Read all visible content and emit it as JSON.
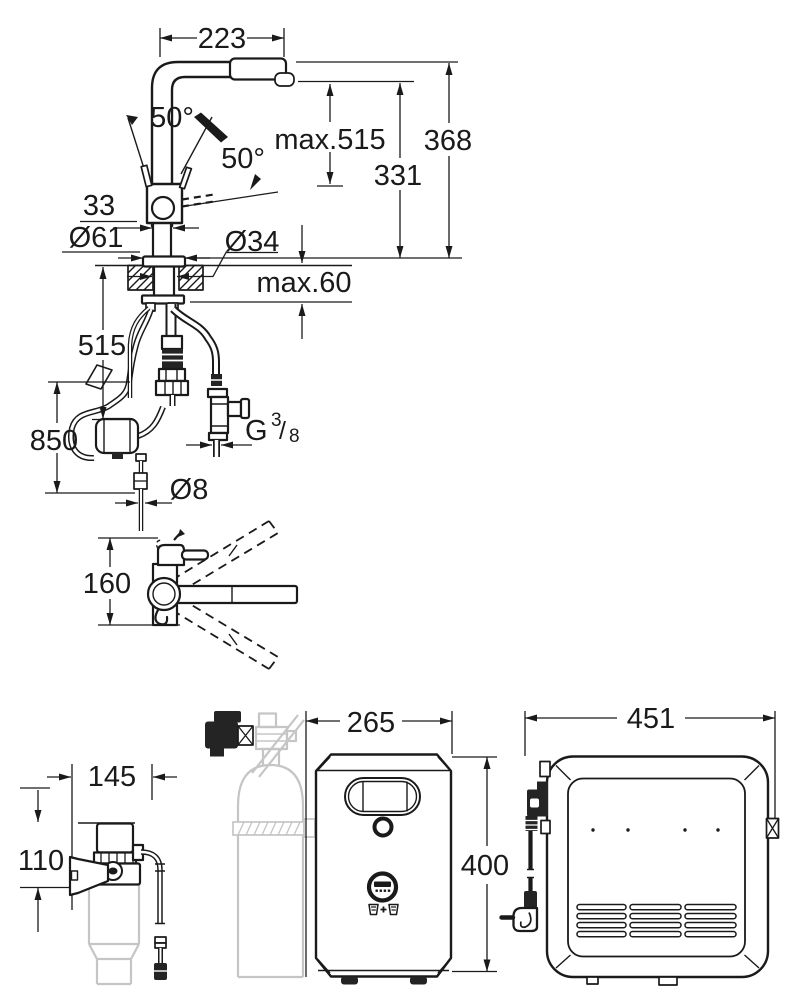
{
  "colors": {
    "ink": "#1a1a1a",
    "grey": "#c5c5c5",
    "background": "#ffffff"
  },
  "dims": {
    "spout_reach": "223",
    "max_spout_height": "max.515",
    "total_height": "368",
    "spout_tip_height": "331",
    "lever_angle_left": "50°",
    "lever_angle_right": "50°",
    "body_width": "33",
    "base_dia": "Ø61",
    "hole_dia": "Ø34",
    "counter_thickness": "max.60",
    "hose_len_short": "515",
    "hose_len_long": "850",
    "hose_dia": "Ø8",
    "swivel_clearance": "160",
    "filter_width": "145",
    "filter_head_height": "110",
    "cooler_width": "265",
    "cooler_height": "400",
    "cooler_depth": "451"
  },
  "thread": {
    "prefix": "G",
    "num": "3",
    "slash": "/",
    "den": "8"
  }
}
